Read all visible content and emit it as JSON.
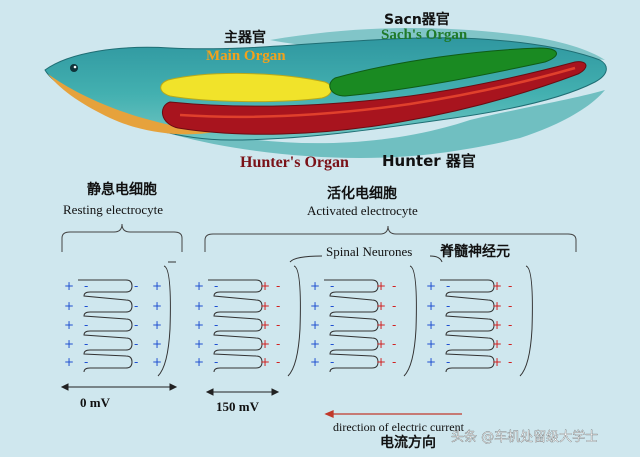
{
  "labels": {
    "main_cn": "主器官",
    "main_en": "Main Organ",
    "sach_cn": "Sacn器官",
    "sach_en": "Sach's Organ",
    "hunter_en": "Hunter's Organ",
    "hunter_cn": "Hunter 器官",
    "resting_cn": "静息电细胞",
    "resting_en": "Resting electrocyte",
    "activated_cn": "活化电细胞",
    "activated_en": "Activated electrocyte",
    "spinal_en": "Spinal Neurones",
    "spinal_cn": "脊髓神经元",
    "mv_0": "0 mV",
    "mv_150": "150 mV",
    "direction_en": "direction of electric current",
    "direction_cn": "电流方向",
    "watermark": "头条 @车机处留级大学士"
  },
  "colors": {
    "background": "#cfe7ee",
    "fish_body": "#3aa5a8",
    "fish_belly": "#e6a23c",
    "main_organ": "#f1e32a",
    "sach_organ": "#1a8a22",
    "hunter_organ": "#a8141e",
    "plus_blue": "#1f4fd0",
    "plus_red": "#d12020",
    "title_main": "#f3a21c",
    "title_sach": "#1f7a2a",
    "title_hunter": "#7a1218"
  }
}
